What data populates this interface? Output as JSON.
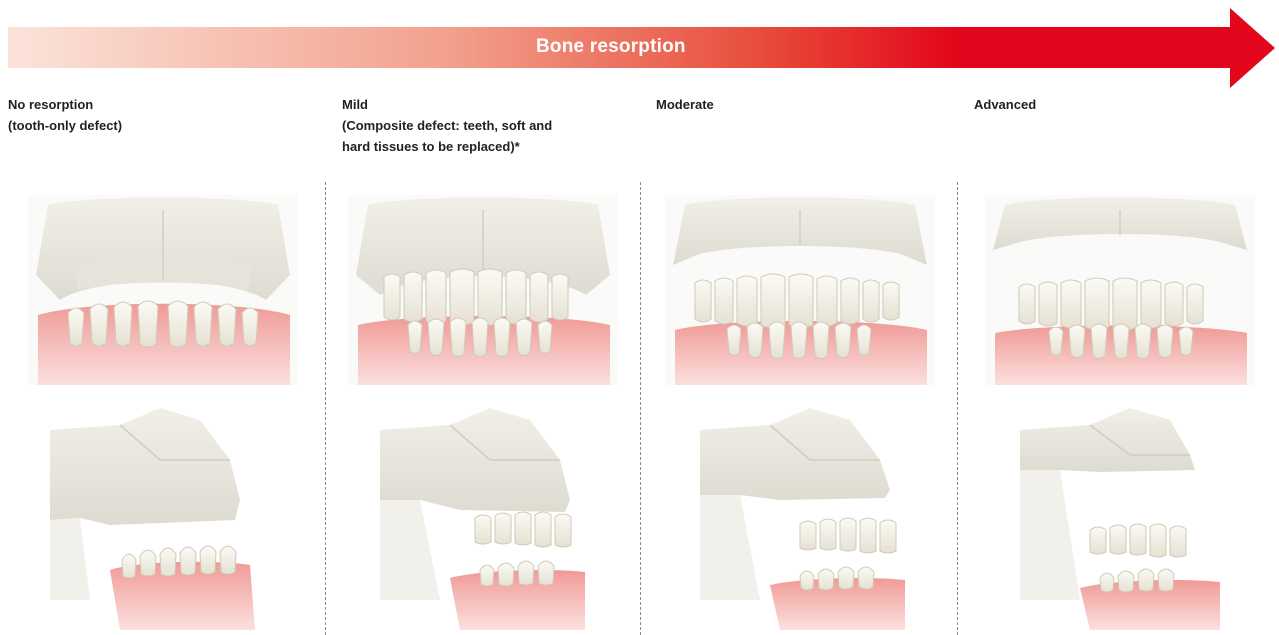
{
  "banner": {
    "label": "Bone resorption",
    "color_start": "#fbe1d8",
    "color_end": "#e3051b"
  },
  "stages": [
    {
      "id": "none",
      "title": "No resorption",
      "lines": [
        "(tooth-only defect)"
      ]
    },
    {
      "id": "mild",
      "title": "Mild",
      "lines": [
        "(Composite defect: teeth, soft and",
        "hard tissues to be replaced)*"
      ]
    },
    {
      "id": "moderate",
      "title": "Moderate",
      "lines": []
    },
    {
      "id": "advanced",
      "title": "Advanced",
      "lines": []
    }
  ],
  "illustration_colors": {
    "bone": "#efede6",
    "bone_shade": "#d9d6cc",
    "tooth": "#f8f6ee",
    "tooth_edge": "#c9c4b4",
    "gum": "#f2a9a6",
    "gum_light": "#f7cfcd"
  }
}
